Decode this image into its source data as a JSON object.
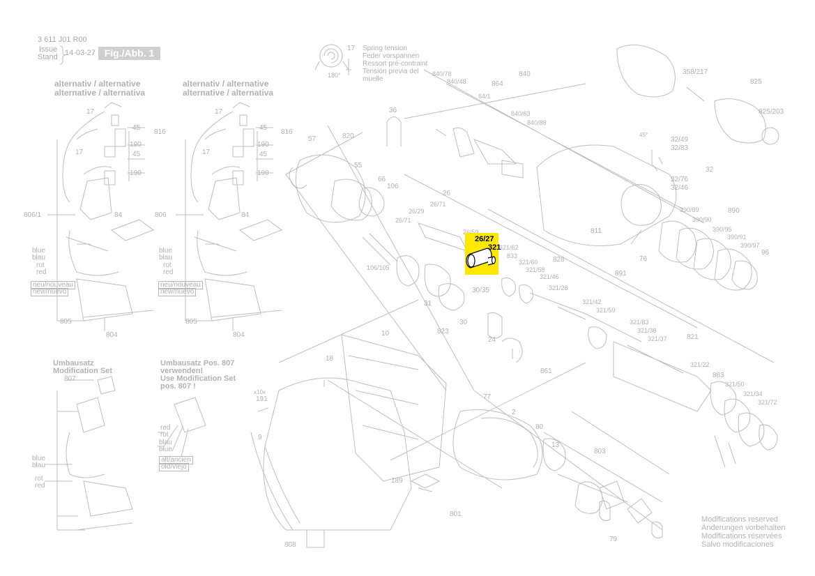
{
  "header": {
    "doc_number": "3 611 J01 R00",
    "issue_label": "Issue",
    "stand_label": "Stand",
    "date": "14-03-27",
    "figure_label": "Fig./Abb. 1"
  },
  "spring_note": {
    "en": "Spring tension",
    "de": "Feder vorspannen",
    "fr": "Ressort pré-contraint",
    "es1": "Tensión previa del",
    "es2": "muelle",
    "part": "17",
    "angle": "180°"
  },
  "alternatives": {
    "line1": "alternativ / alternative",
    "line2": "alternative / alternativa",
    "labels_a": [
      "17",
      "45",
      "816",
      "190",
      "17",
      "45",
      "190",
      "806/1",
      "84"
    ],
    "labels_b": [
      "17",
      "45",
      "816",
      "190",
      "17",
      "45",
      "190",
      "806",
      "84"
    ],
    "blue": "blue",
    "blau": "blau",
    "rot": "rot",
    "red": "red",
    "new_label1": "neu/nouveau",
    "new_label2": "new/nuevo",
    "bottom_a": [
      "805",
      "804"
    ],
    "bottom_b": [
      "805",
      "804"
    ]
  },
  "modification": {
    "title1": "Umbausatz",
    "title2": "Modification Set",
    "part": "807",
    "note1": "Umbausatz Pos. 807",
    "note2": "verwenden!",
    "note3": "Use Modification Set",
    "note4": "pos. 807 !",
    "colors": [
      "red",
      "rot",
      "blau",
      "blue"
    ],
    "old1": "alt/ancien",
    "old2": "old/viejo",
    "left_labels": [
      "blue",
      "blau",
      "rot",
      "red"
    ]
  },
  "part_labels": [
    "36",
    "820",
    "57",
    "55",
    "66",
    "106",
    "26",
    "26/71",
    "26/29",
    "26/71",
    "106/105",
    "31",
    "30/35",
    "30",
    "823",
    "24",
    "861",
    "26/59",
    "840/78",
    "840/48",
    "840",
    "64/1",
    "864",
    "840/63",
    "840/88",
    "811",
    "76",
    "358/217",
    "825",
    "825/203",
    "32/49",
    "32/83",
    "32",
    "32/76",
    "32/46",
    "45°",
    "890",
    "390/89",
    "390/90",
    "390/95",
    "390/91",
    "390/97",
    "96",
    "321/62",
    "833",
    "321/60",
    "321/58",
    "828",
    "321/46",
    "321/28",
    "321/42",
    "321/59",
    "891",
    "321/83",
    "321/38",
    "321/37",
    "821",
    "321/22",
    "883",
    "321/50",
    "321/34",
    "321/72",
    "10",
    "18",
    "191",
    "x10x",
    "9",
    "808",
    "77",
    "2",
    "80",
    "13",
    "803",
    "189",
    "801",
    "79"
  ],
  "highlight": {
    "labels": [
      "26/27",
      "321"
    ],
    "color": "#ffe800"
  },
  "footer_note": {
    "en": "Modifications reserved",
    "de": "Änderungen vorbehalten",
    "fr": "Modifications réservées",
    "es": "Salvo modificaciones"
  }
}
